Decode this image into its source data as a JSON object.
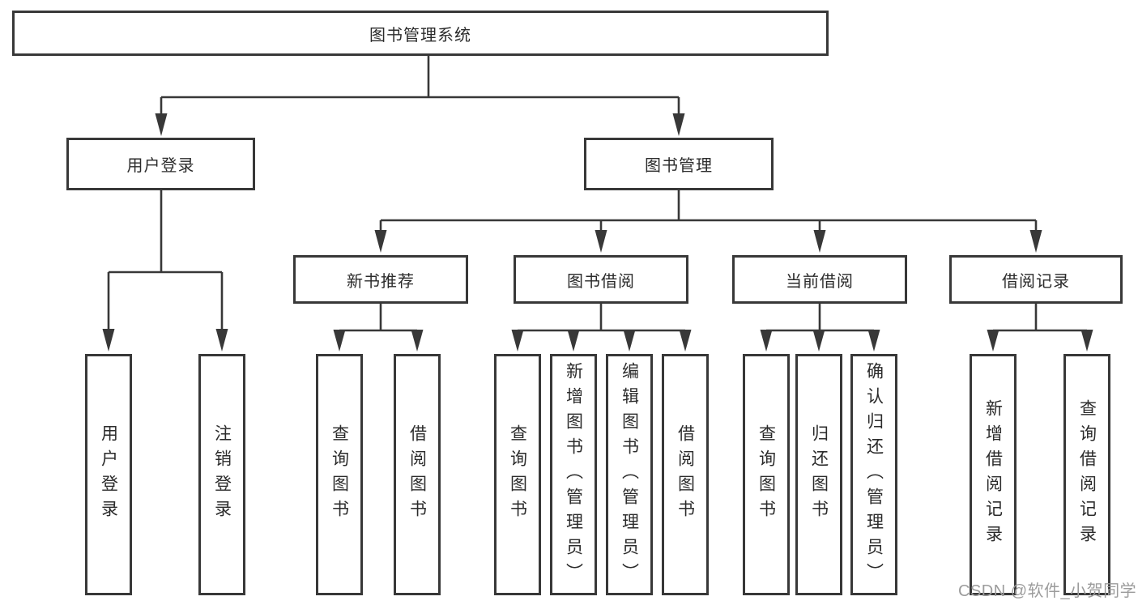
{
  "diagram": {
    "root": "图书管理系统",
    "branches": [
      {
        "label": "用户登录",
        "children": [
          "用户登录",
          "注销登录"
        ]
      },
      {
        "label": "图书管理",
        "sections": [
          {
            "label": "新书推荐",
            "children": [
              "查询图书",
              "借阅图书"
            ]
          },
          {
            "label": "图书借阅",
            "children": [
              "查询图书",
              "新增图书（管理员）",
              "编辑图书（管理员）",
              "借阅图书"
            ]
          },
          {
            "label": "当前借阅",
            "children": [
              "查询图书",
              "归还图书",
              "确认归还（管理员）"
            ]
          },
          {
            "label": "借阅记录",
            "children": [
              "新增借阅记录",
              "查询借阅记录"
            ]
          }
        ]
      }
    ]
  },
  "watermark": "CSDN @软件_小贺同学",
  "colors": {
    "line": "#383838",
    "box_border": "#383838",
    "text": "#2b2b2b",
    "watermark": "#9c9c9c",
    "background": "#ffffff"
  }
}
